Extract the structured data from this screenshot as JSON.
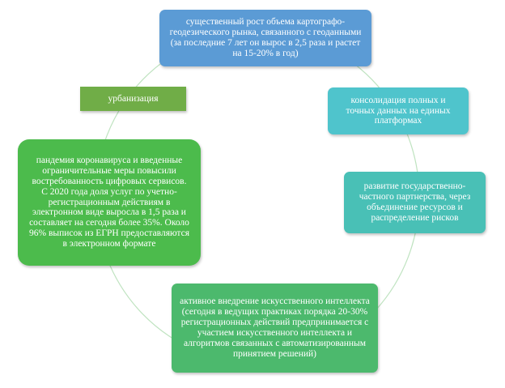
{
  "diagram": {
    "type": "cycle",
    "colors": {
      "market": "#5b9bd5",
      "consolidation": "#4fc4cc",
      "partnership": "#49c0b6",
      "ai": "#4cb96d",
      "pandemic": "#4cbb4c",
      "urbanization": "#70ad47",
      "ring": "#bfe3c0"
    },
    "nodes": {
      "market": "существенный рост объема картографо-геодезического рынка, связанного с геоданными (за последние 7 лет он вырос в 2,5 раза и растет на 15-20% в год)",
      "consolidation": "консолидация полных и точных данных на единых платформах",
      "partnership": "развитие государственно-частного партнерства, через объединение ресурсов и распределение рисков",
      "ai": "активное внедрение искусственного интеллекта (сегодня в ведущих практиках порядка 20-30% регистрационных действий предпринимается с участием искусственного интеллекта и алгоритмов связанных с автоматизированным принятием решений)",
      "pandemic": "пандемия коронавируса и введенные ограничительные меры повысили востребованность цифровых сервисов. С 2020 года доля услуг по учетно-регистрационным действиям в электронном виде выросла в 1,5 раза и составляет на сегодня более 35%. Около 96% выписок из ЕГРН предоставляются в электронном формате",
      "urbanization": "урбанизация"
    }
  }
}
